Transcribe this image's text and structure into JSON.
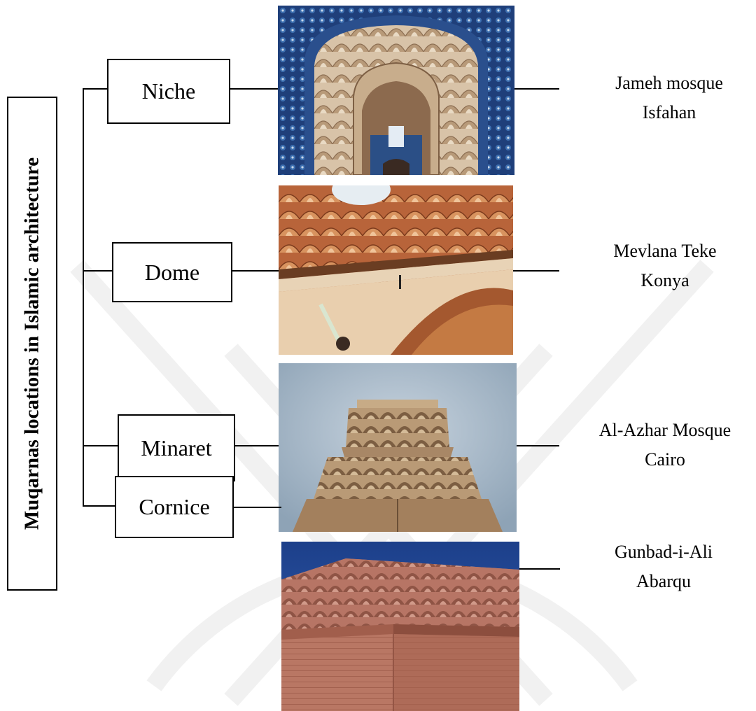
{
  "title": "Muqarnas locations in Islamic architecture",
  "items": [
    {
      "category": "Niche",
      "place_line1": "Jameh mosque",
      "place_line2": "Isfahan",
      "photo_icon": "iwan-muqarnas-photo"
    },
    {
      "category": "Dome",
      "place_line1": "Mevlana Teke",
      "place_line2": "Konya",
      "photo_icon": "dome-muqarnas-photo"
    },
    {
      "category": "Minaret",
      "place_line1": "Al-Azhar Mosque",
      "place_line2": "Cairo",
      "photo_icon": "minaret-muqarnas-photo"
    },
    {
      "category": "Cornice",
      "place_line1": "Gunbad-i-Ali",
      "place_line2": "Abarqu",
      "photo_icon": "tower-cornice-photo"
    }
  ]
}
